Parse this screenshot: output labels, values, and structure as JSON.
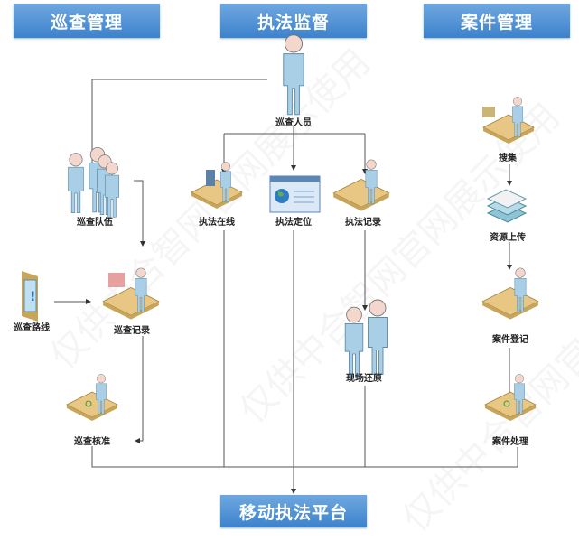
{
  "headers": {
    "patrol_management": "巡查管理",
    "enforcement_supervision": "执法监督",
    "case_management": "案件管理",
    "mobile_platform": "移动执法平台"
  },
  "nodes": {
    "patrol_staff": "巡查人员",
    "patrol_team": "巡查队伍",
    "enforcement_online": "执法在线",
    "enforcement_location": "执法定位",
    "enforcement_record": "执法记录",
    "collect": "搜集",
    "resource_upload": "资源上传",
    "patrol_route": "巡查路线",
    "patrol_record": "巡查记录",
    "scene_restore": "现场还原",
    "case_register": "案件登记",
    "patrol_approve": "巡查核准",
    "case_process": "案件处理"
  },
  "watermark": "仅供中合智网官网展示使用",
  "colors": {
    "header": "#3d82cc",
    "person": "#a9cfe6",
    "desk": "#e8c784",
    "line": "#555555"
  }
}
